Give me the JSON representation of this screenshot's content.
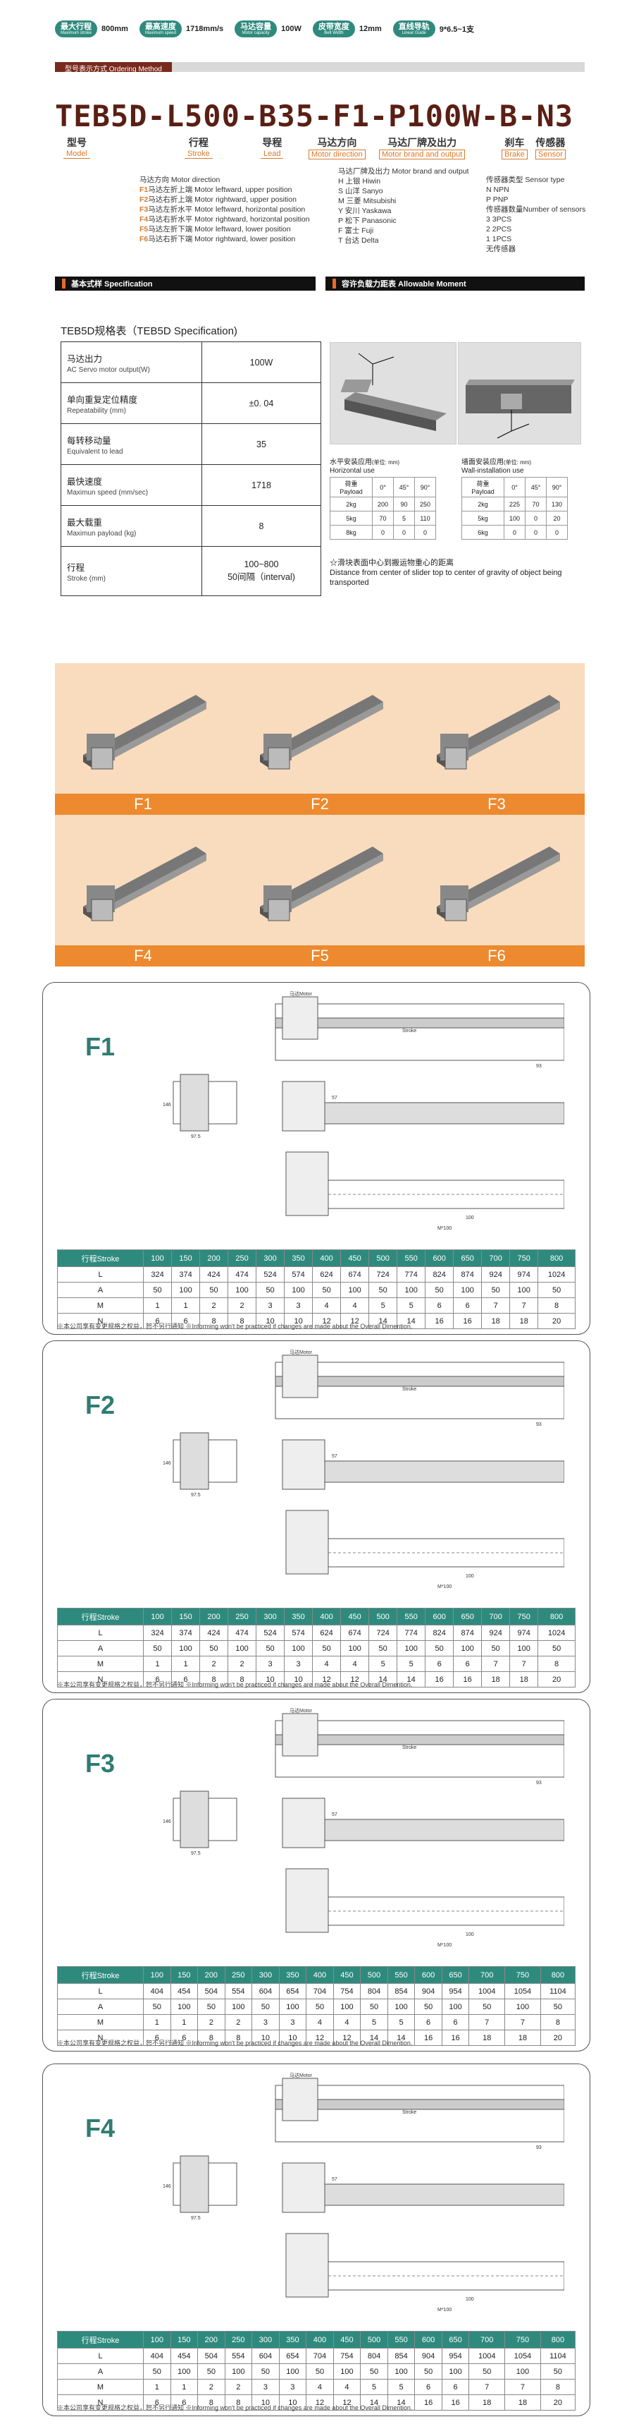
{
  "badges": [
    {
      "label": "最大行程",
      "sub": "Maximum stroke",
      "value": "800mm"
    },
    {
      "label": "最高速度",
      "sub": "Maximum speed",
      "value": "1718mm/s"
    },
    {
      "label": "马达容量",
      "sub": "Motor capacity",
      "value": "100W"
    },
    {
      "label": "皮带宽度",
      "sub": "Belt Width",
      "value": "12mm"
    },
    {
      "label": "直线导轨",
      "sub": "Linear Guide",
      "value": "9*6.5~1支"
    }
  ],
  "ordering_header": "型号表示方式 Ordering Method",
  "model_code": "TEB5D-L500-B35-F1-P100W-B-N3",
  "code_labels": [
    {
      "cn": "型号",
      "en": "Model"
    },
    {
      "cn": "行程",
      "en": "Stroke"
    },
    {
      "cn": "导程",
      "en": "Lead"
    },
    {
      "cn": "马达方向",
      "en": "Motor direction"
    },
    {
      "cn": "马达厂牌及出力",
      "en": "Motor brand and output"
    },
    {
      "cn": "刹车",
      "en": "Brake"
    },
    {
      "cn": "传感器",
      "en": "Sensor"
    }
  ],
  "motor_direction": {
    "title": "马达方向 Motor direction",
    "items": [
      {
        "k": "F1",
        "t": "马达左折上端 Motor leftward, upper position"
      },
      {
        "k": "F2",
        "t": "马达右折上端 Motor rightward, upper position"
      },
      {
        "k": "F3",
        "t": "马达左折水平 Motor leftward, horizontal position"
      },
      {
        "k": "F4",
        "t": "马达右折水平 Motor rightward, horizontal position"
      },
      {
        "k": "F5",
        "t": "马达左折下端 Motor leftward, lower position"
      },
      {
        "k": "F6",
        "t": "马达右折下端 Motor rightward, lower position"
      }
    ]
  },
  "motor_brand": {
    "title": "马达厂牌及出力 Motor brand and output",
    "items": [
      "H 上银 Hiwin",
      "S 山洋 Sanyo",
      "M 三菱 Mitsubishi",
      "Y 安川 Yaskawa",
      "P 松下 Panasonic",
      "F 富士 Fuji",
      "T 台达 Delta"
    ]
  },
  "sensor": {
    "items": [
      "传感器类型 Sensor type",
      "N NPN",
      "P PNP",
      "传感器数量Number of sensors",
      "3 3PCS",
      "2 2PCS",
      "1 1PCS",
      "  无传感器"
    ]
  },
  "section_basic": "基本式样 Specification",
  "section_load": "容许负载力距表 Allowable Moment",
  "spec_title": "TEB5D规格表（TEB5D Specification)",
  "spec_rows": [
    {
      "cn": "马达出力",
      "en": "AC Servo motor output(W)",
      "v": "100W"
    },
    {
      "cn": "单向重复定位精度",
      "en": "Repeatability (mm)",
      "v": "±0. 04"
    },
    {
      "cn": "每转移动量",
      "en": "Equivalent to lead",
      "v": "35"
    },
    {
      "cn": "最快速度",
      "en": "Maximun speed (mm/sec)",
      "v": "1718"
    },
    {
      "cn": "最大载重",
      "en": "Maximun payload (kg)",
      "v": "8"
    },
    {
      "cn": "行程",
      "en": "Stroke (mm)",
      "v": "100~800\n50间隔（interval)"
    }
  ],
  "load_h": {
    "title": "水平安装应用",
    "unit": "(单位: mm)",
    "en": "Horizontal use",
    "head": [
      "荷重 Payload",
      "0°",
      "45°",
      "90°"
    ],
    "rows": [
      [
        "2kg",
        "200",
        "90",
        "250"
      ],
      [
        "5kg",
        "70",
        "5",
        "110"
      ],
      [
        "8kg",
        "0",
        "0",
        "0"
      ]
    ]
  },
  "load_w": {
    "title": "墙面安装应用",
    "unit": "(单位: mm)",
    "en": "Wall-installation use",
    "head": [
      "荷重 Payload",
      "0°",
      "45°",
      "90°"
    ],
    "rows": [
      [
        "2kg",
        "225",
        "70",
        "130"
      ],
      [
        "5kg",
        "100",
        "0",
        "20"
      ],
      [
        "6kg",
        "0",
        "0",
        "0"
      ]
    ]
  },
  "load_note": "☆滑块表面中心到搬运物重心的距离\nDistance from center of slider top to center of gravity of object being transported",
  "mount_labels": [
    "F1",
    "F2",
    "F3",
    "F4",
    "F5",
    "F6"
  ],
  "dim_header": [
    "行程Stroke",
    "100",
    "150",
    "200",
    "250",
    "300",
    "350",
    "400",
    "450",
    "500",
    "550",
    "600",
    "650",
    "700",
    "750",
    "800"
  ],
  "dims": [
    {
      "label": "F1",
      "rows": [
        [
          "L",
          "324",
          "374",
          "424",
          "474",
          "524",
          "574",
          "624",
          "674",
          "724",
          "774",
          "824",
          "874",
          "924",
          "974",
          "1024"
        ],
        [
          "A",
          "50",
          "100",
          "50",
          "100",
          "50",
          "100",
          "50",
          "100",
          "50",
          "100",
          "50",
          "100",
          "50",
          "100",
          "50"
        ],
        [
          "M",
          "1",
          "1",
          "2",
          "2",
          "3",
          "3",
          "4",
          "4",
          "5",
          "5",
          "6",
          "6",
          "7",
          "7",
          "8"
        ],
        [
          "N",
          "6",
          "6",
          "8",
          "8",
          "10",
          "10",
          "12",
          "12",
          "14",
          "14",
          "16",
          "16",
          "18",
          "18",
          "20"
        ]
      ]
    },
    {
      "label": "F2",
      "rows": [
        [
          "L",
          "324",
          "374",
          "424",
          "474",
          "524",
          "574",
          "624",
          "674",
          "724",
          "774",
          "824",
          "874",
          "924",
          "974",
          "1024"
        ],
        [
          "A",
          "50",
          "100",
          "50",
          "100",
          "50",
          "100",
          "50",
          "100",
          "50",
          "100",
          "50",
          "100",
          "50",
          "100",
          "50"
        ],
        [
          "M",
          "1",
          "1",
          "2",
          "2",
          "3",
          "3",
          "4",
          "4",
          "5",
          "5",
          "6",
          "6",
          "7",
          "7",
          "8"
        ],
        [
          "N",
          "6",
          "6",
          "8",
          "8",
          "10",
          "10",
          "12",
          "12",
          "14",
          "14",
          "16",
          "16",
          "18",
          "18",
          "20"
        ]
      ]
    },
    {
      "label": "F3",
      "rows": [
        [
          "L",
          "404",
          "454",
          "504",
          "554",
          "604",
          "654",
          "704",
          "754",
          "804",
          "854",
          "904",
          "954",
          "1004",
          "1054",
          "1104"
        ],
        [
          "A",
          "50",
          "100",
          "50",
          "100",
          "50",
          "100",
          "50",
          "100",
          "50",
          "100",
          "50",
          "100",
          "50",
          "100",
          "50"
        ],
        [
          "M",
          "1",
          "1",
          "2",
          "2",
          "3",
          "3",
          "4",
          "4",
          "5",
          "5",
          "6",
          "6",
          "7",
          "7",
          "8"
        ],
        [
          "N",
          "6",
          "6",
          "8",
          "8",
          "10",
          "10",
          "12",
          "12",
          "14",
          "14",
          "16",
          "16",
          "18",
          "18",
          "20"
        ]
      ]
    },
    {
      "label": "F4",
      "rows": [
        [
          "L",
          "404",
          "454",
          "504",
          "554",
          "604",
          "654",
          "704",
          "754",
          "804",
          "854",
          "904",
          "954",
          "1004",
          "1054",
          "1104"
        ],
        [
          "A",
          "50",
          "100",
          "50",
          "100",
          "50",
          "100",
          "50",
          "100",
          "50",
          "100",
          "50",
          "100",
          "50",
          "100",
          "50"
        ],
        [
          "M",
          "1",
          "1",
          "2",
          "2",
          "3",
          "3",
          "4",
          "4",
          "5",
          "5",
          "6",
          "6",
          "7",
          "7",
          "8"
        ],
        [
          "N",
          "6",
          "6",
          "8",
          "8",
          "10",
          "10",
          "12",
          "12",
          "14",
          "14",
          "16",
          "16",
          "18",
          "18",
          "20"
        ]
      ]
    }
  ],
  "note": "※本公司享有变更规格之权益，恕不另行通知 ※Informing won't be practiced if changes are made about the Overall Dimention.",
  "drawing_labels": {
    "motor": "马达Motor",
    "stroke": "Stroke",
    "dim1": "146",
    "dim2": "97.5",
    "dim3": "57",
    "m100": "M*100",
    "d100": "100",
    "d93": "93"
  }
}
